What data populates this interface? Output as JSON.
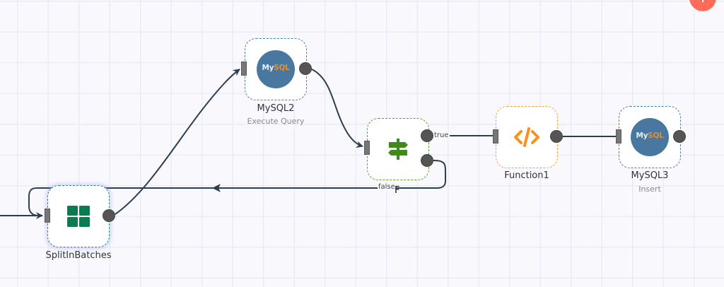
{
  "canvas": {
    "add_button_label": "+",
    "accent_color": "#ff6d5a"
  },
  "nodes": [
    {
      "id": "mysql2",
      "name": "MySQL2",
      "subtitle": "Execute Query",
      "icon": "mysql-logo-icon",
      "border_color": "#4a7fa8"
    },
    {
      "id": "if",
      "name": "",
      "subtitle": "",
      "icon": "signpost-icon",
      "border_color": "#5aa02a",
      "icon_color": "#408a1c"
    },
    {
      "id": "function1",
      "name": "Function1",
      "subtitle": "",
      "icon": "code-icon",
      "border_color": "#f7a13c",
      "icon_color": "#f7921e"
    },
    {
      "id": "mysql3",
      "name": "MySQL3",
      "subtitle": "Insert",
      "icon": "mysql-logo-icon",
      "border_color": "#4a7fa8"
    },
    {
      "id": "splitinbatches",
      "name": "SplitInBatches",
      "subtitle": "",
      "icon": "grid-icon",
      "border_color": "#2e8a6a",
      "icon_color": "#0e7a50"
    }
  ],
  "mysql_logo": {
    "my": "My",
    "sql": "SQL"
  },
  "edges": [
    {
      "from": "splitinbatches",
      "to": "mysql2",
      "label": ""
    },
    {
      "from": "mysql2",
      "to": "if",
      "label": ""
    },
    {
      "from": "if",
      "to": "function1",
      "label": "true"
    },
    {
      "from": "function1",
      "to": "mysql3",
      "label": ""
    },
    {
      "from": "if",
      "to": "splitinbatches",
      "label": "false"
    }
  ],
  "cursor_text": "F"
}
